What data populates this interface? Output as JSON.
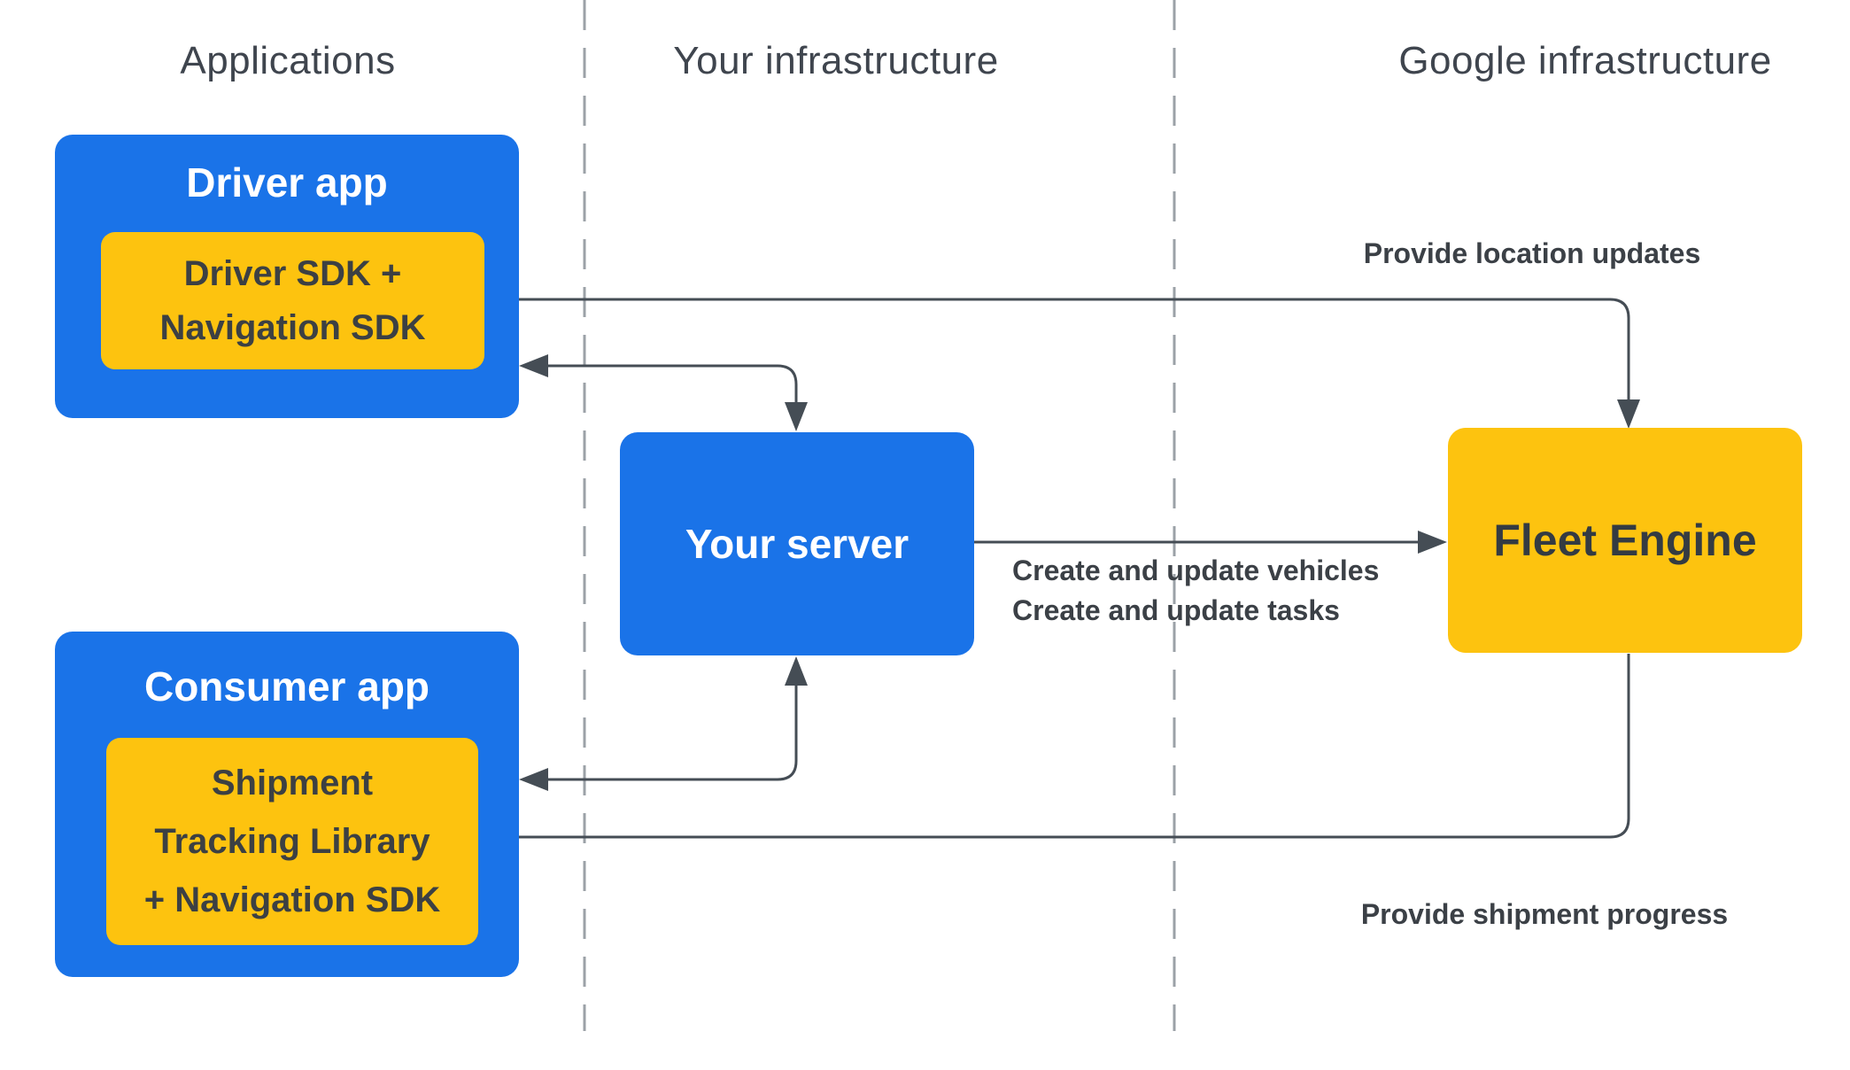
{
  "diagram": {
    "columns": [
      {
        "id": "applications",
        "label": "Applications"
      },
      {
        "id": "your-infrastructure",
        "label": "Your infrastructure"
      },
      {
        "id": "google-infrastructure",
        "label": "Google infrastructure"
      }
    ],
    "nodes": {
      "driver_app": {
        "title": "Driver app",
        "sdk_label": "Driver SDK +\nNavigation SDK"
      },
      "consumer_app": {
        "title": "Consumer app",
        "sdk_label": "Shipment\nTracking Library\n+ Navigation SDK"
      },
      "your_server": {
        "title": "Your server"
      },
      "fleet_engine": {
        "title": "Fleet Engine"
      }
    },
    "edges": {
      "provide_location_updates": {
        "label": "Provide location updates"
      },
      "create_and_update": {
        "label": "Create and update vehicles\nCreate and update tasks"
      },
      "provide_shipment_progress": {
        "label": "Provide shipment progress"
      }
    },
    "colors": {
      "blue": "#1a73e8",
      "yellow": "#fdc30f",
      "arrow": "#454d55",
      "dark_text": "#3c4043",
      "header_text": "#3f454e",
      "separator": "#9ba1a7",
      "background": "#ffffff"
    }
  }
}
